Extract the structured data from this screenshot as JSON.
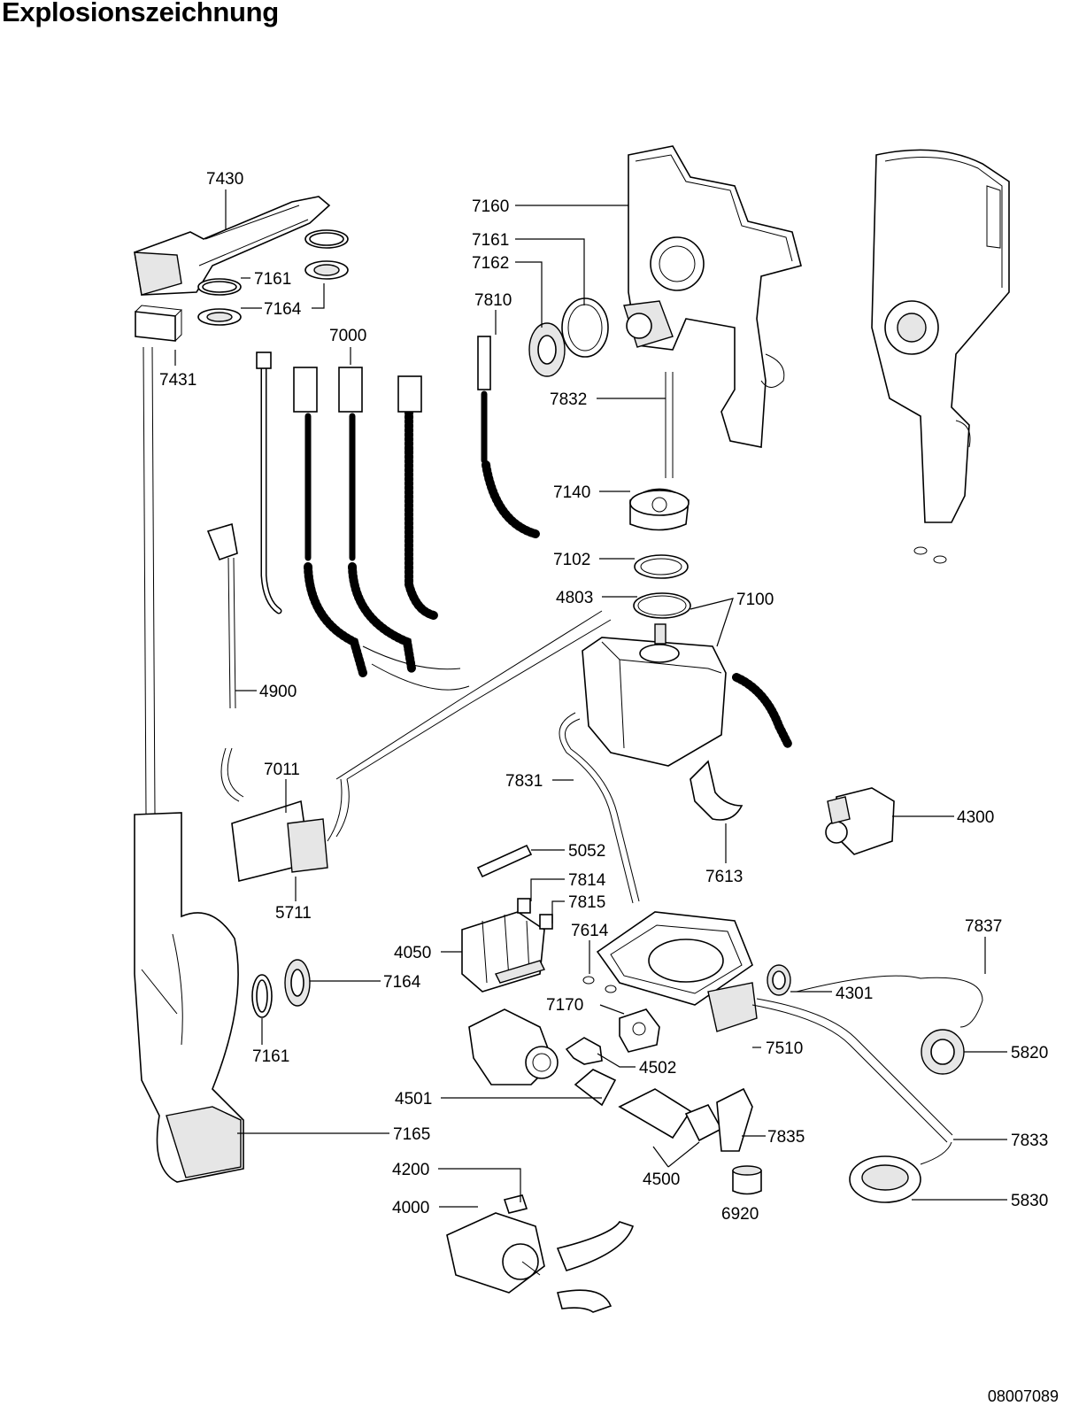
{
  "title": "Explosionszeichnung",
  "document_number": "08007089",
  "part_labels": {
    "p7430": "7430",
    "p7161a": "7161",
    "p7164a": "7164",
    "p7431": "7431",
    "p7000": "7000",
    "p4900": "4900",
    "p7011": "7011",
    "p5711": "5711",
    "p7160": "7160",
    "p7161b": "7161",
    "p7162": "7162",
    "p7810": "7810",
    "p7832": "7832",
    "p7140": "7140",
    "p7102": "7102",
    "p4803": "4803",
    "p7100": "7100",
    "p7831": "7831",
    "p7613": "7613",
    "p4300": "4300",
    "p5052": "5052",
    "p7814": "7814",
    "p7815": "7815",
    "p7614": "7614",
    "p4050": "4050",
    "p7164b": "7164",
    "p7161c": "7161",
    "p4301": "4301",
    "p7837": "7837",
    "p7170": "7170",
    "p7510": "7510",
    "p5820": "5820",
    "p4502": "4502",
    "p4501": "4501",
    "p7835": "7835",
    "p7833": "7833",
    "p7165": "7165",
    "p4500": "4500",
    "p4200": "4200",
    "p5830": "5830",
    "p6920": "6920",
    "p4000": "4000"
  }
}
